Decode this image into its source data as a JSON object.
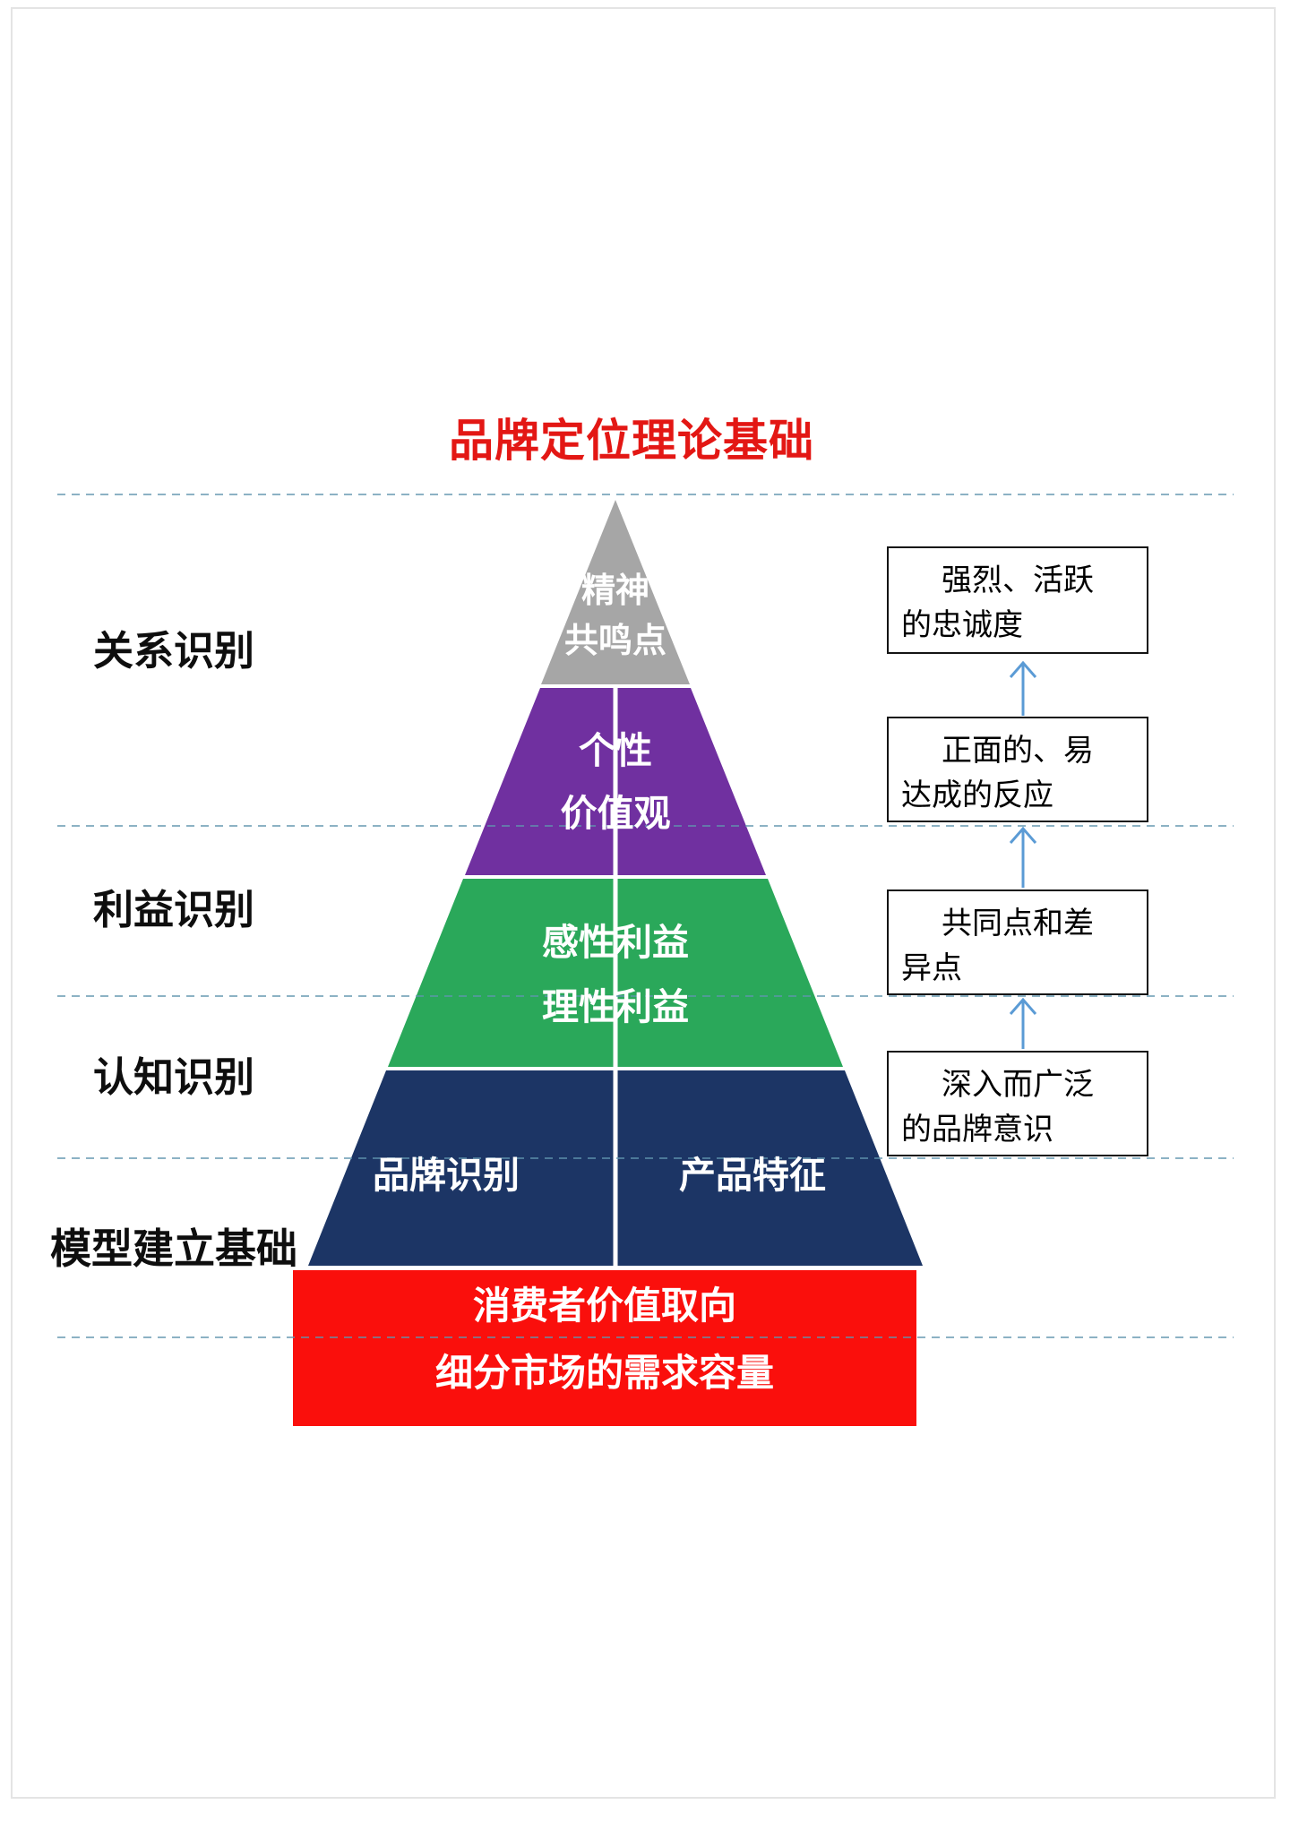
{
  "title": "品牌定位理论基础",
  "row_labels": {
    "relationship": "关系识别",
    "benefit": "利益识别",
    "cognition": "认知识别",
    "foundation": "模型建立基础"
  },
  "pyramid": {
    "spirit": {
      "line1": "精神",
      "line2": "共鸣点"
    },
    "personality": {
      "line1": "个性",
      "line2": "价值观"
    },
    "benefits": {
      "line1": "感性利益",
      "line2": "理性利益"
    },
    "identity": {
      "left": "品牌识别",
      "right": "产品特征"
    },
    "base": {
      "line1": "消费者价值取向",
      "line2": "细分市场的需求容量"
    }
  },
  "right_boxes": {
    "loyalty": {
      "line1": "强烈、活跃",
      "line2": "的忠诚度"
    },
    "reaction": {
      "line1": "正面的、易",
      "line2": "达成的反应"
    },
    "points": {
      "line1": "共同点和差",
      "line2": "异点"
    },
    "awareness": {
      "line1": "深入而广泛",
      "line2": "的品牌意识"
    }
  },
  "colors": {
    "title_red": "#e31714",
    "gray": "#a6a6a6",
    "purple": "#7030a0",
    "green": "#2aa85a",
    "navy": "#1c3565",
    "base_red": "#fa0f0c",
    "divider_white": "#ffffff",
    "arrow_blue": "#5b9bd5",
    "dash_blue": "#5f94ad"
  }
}
